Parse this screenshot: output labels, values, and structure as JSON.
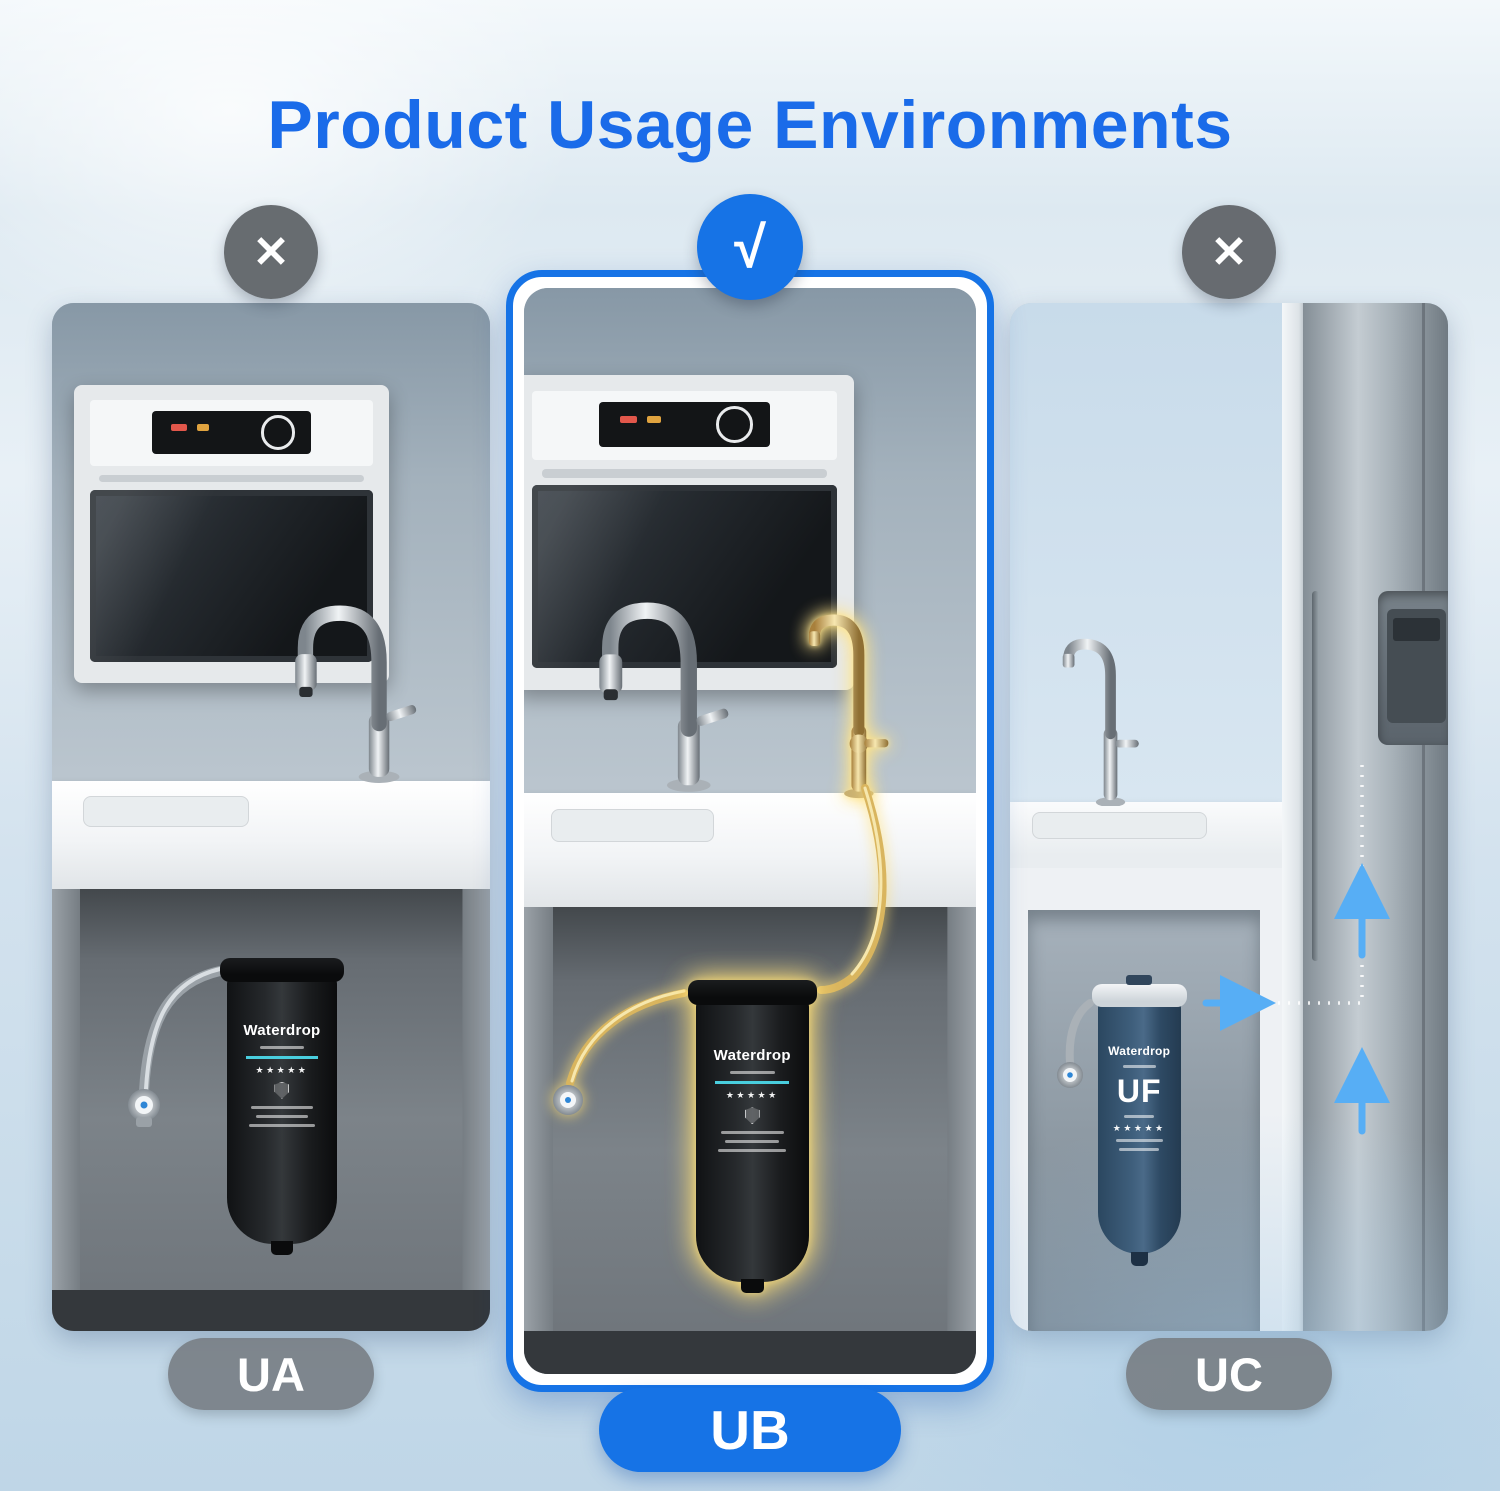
{
  "title": "Product Usage Environments",
  "icons": {
    "check": "√",
    "cross": "✕"
  },
  "panels": [
    {
      "id": "ua",
      "label": "UA",
      "allowed": false
    },
    {
      "id": "ub",
      "label": "UB",
      "allowed": true
    },
    {
      "id": "uc",
      "label": "UC",
      "allowed": false
    }
  ],
  "filter": {
    "brand": "Waterdrop",
    "stars": "★★★★★",
    "uf_label": "UF"
  },
  "colors": {
    "title_blue": "#1a6be9",
    "accent_blue": "#1673e6",
    "badge_gray": "#606468",
    "highlight_gold": "#f5d97a",
    "arrow_blue": "#57aef5",
    "cyan_label_line": "#49cede"
  }
}
